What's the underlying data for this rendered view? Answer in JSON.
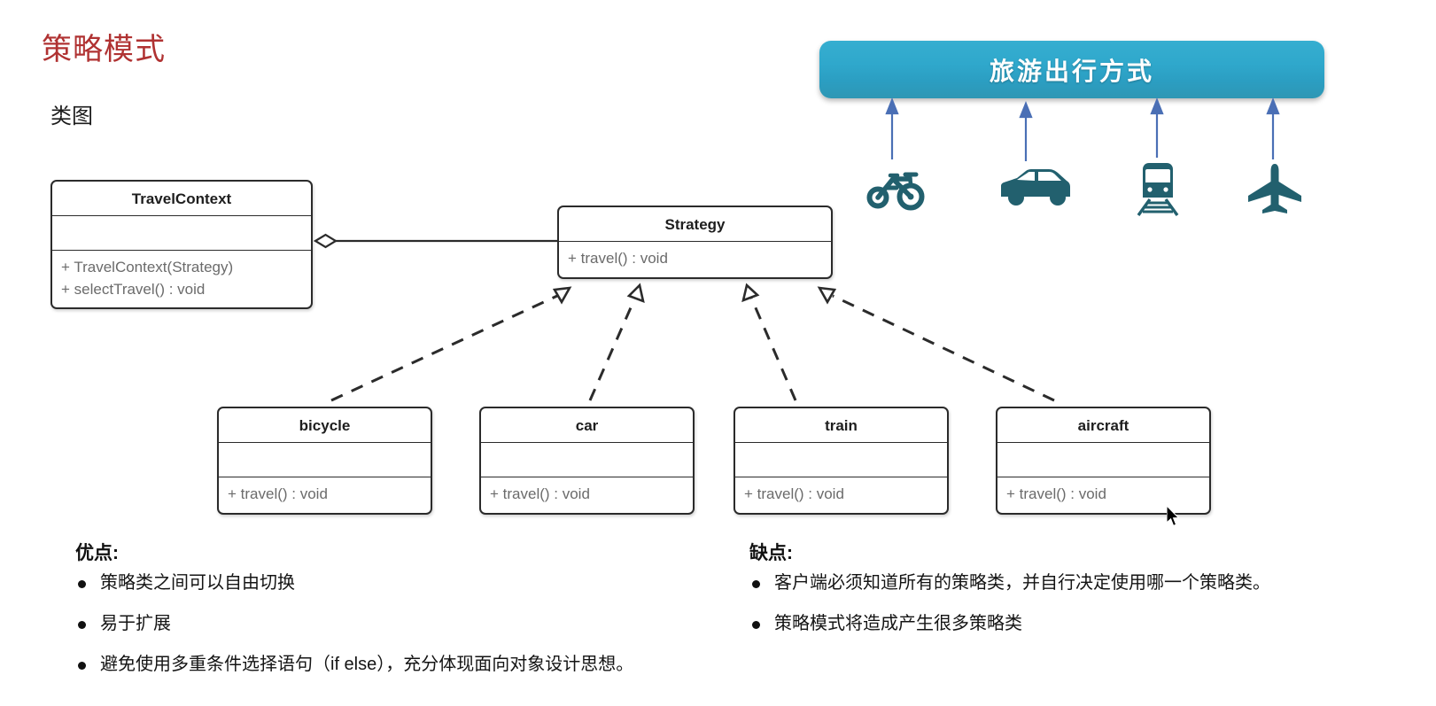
{
  "page": {
    "title": "策略模式",
    "subtitle": "类图"
  },
  "banner": {
    "label": "旅游出行方式",
    "color": "#2fa8cc",
    "text_color": "#ffffff"
  },
  "icons": [
    {
      "name": "bicycle-icon",
      "label": "bicycle"
    },
    {
      "name": "car-icon",
      "label": "car"
    },
    {
      "name": "train-icon",
      "label": "train"
    },
    {
      "name": "airplane-icon",
      "label": "aircraft"
    }
  ],
  "icon_color": "#22606e",
  "arrow_color": "#4a6fb5",
  "diagram": {
    "classes": [
      {
        "id": "context",
        "name": "TravelContext",
        "attributes": [],
        "methods": [
          "+ TravelContext(Strategy)",
          "+ selectTravel() : void"
        ]
      },
      {
        "id": "strategy",
        "name": "Strategy",
        "attributes": [],
        "methods": [
          "+ travel() : void"
        ]
      },
      {
        "id": "bicycle",
        "name": "bicycle",
        "attributes": [],
        "methods": [
          "+ travel() : void"
        ]
      },
      {
        "id": "car",
        "name": "car",
        "attributes": [],
        "methods": [
          "+ travel() : void"
        ]
      },
      {
        "id": "train",
        "name": "train",
        "attributes": [],
        "methods": [
          "+ travel() : void"
        ]
      },
      {
        "id": "aircraft",
        "name": "aircraft",
        "attributes": [],
        "methods": [
          "+ travel() : void"
        ]
      }
    ],
    "relations": [
      {
        "type": "aggregation",
        "from": "context",
        "to": "strategy"
      },
      {
        "type": "realization",
        "from": "bicycle",
        "to": "strategy"
      },
      {
        "type": "realization",
        "from": "car",
        "to": "strategy"
      },
      {
        "type": "realization",
        "from": "train",
        "to": "strategy"
      },
      {
        "type": "realization",
        "from": "aircraft",
        "to": "strategy"
      }
    ]
  },
  "pros": {
    "heading": "优点:",
    "items": [
      "策略类之间可以自由切换",
      "易于扩展",
      "避免使用多重条件选择语句（if else），充分体现面向对象设计思想。"
    ]
  },
  "cons": {
    "heading": "缺点:",
    "items": [
      "客户端必须知道所有的策略类，并自行决定使用哪一个策略类。",
      "策略模式将造成产生很多策略类"
    ]
  }
}
